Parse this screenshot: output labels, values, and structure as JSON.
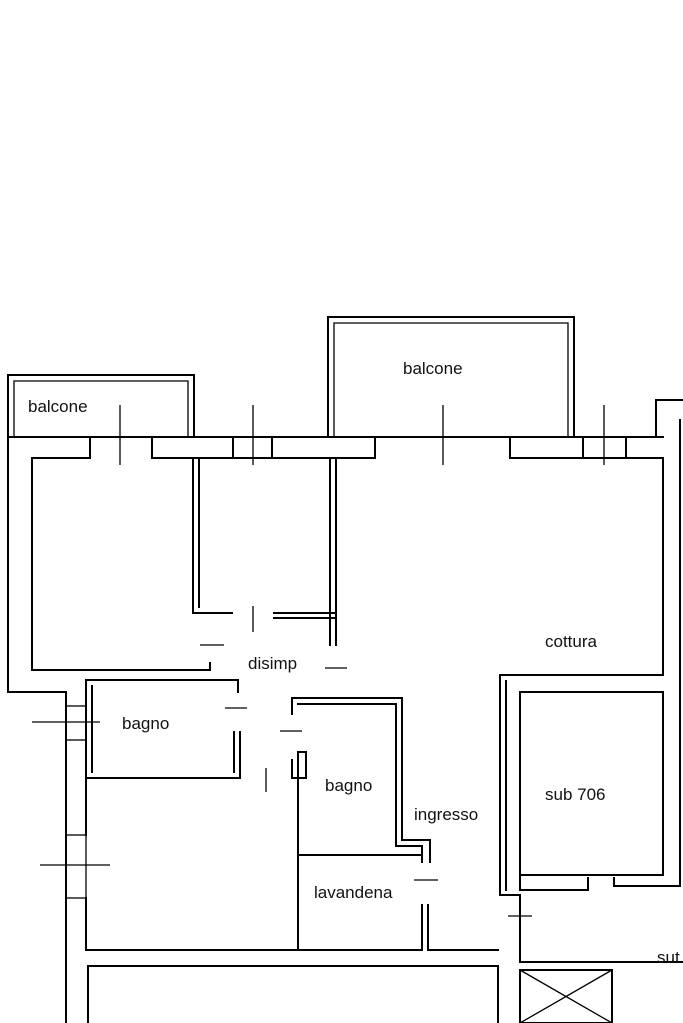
{
  "rooms": {
    "balcone_left": "balcone",
    "balcone_top": "balcone",
    "disimp": "disimp",
    "cottura": "cottura",
    "bagno_left": "bagno",
    "bagno_center": "bagno",
    "ingresso": "ingresso",
    "sub706": "sub 706",
    "lavanderia": "lavandena",
    "cut_off": "sut"
  }
}
